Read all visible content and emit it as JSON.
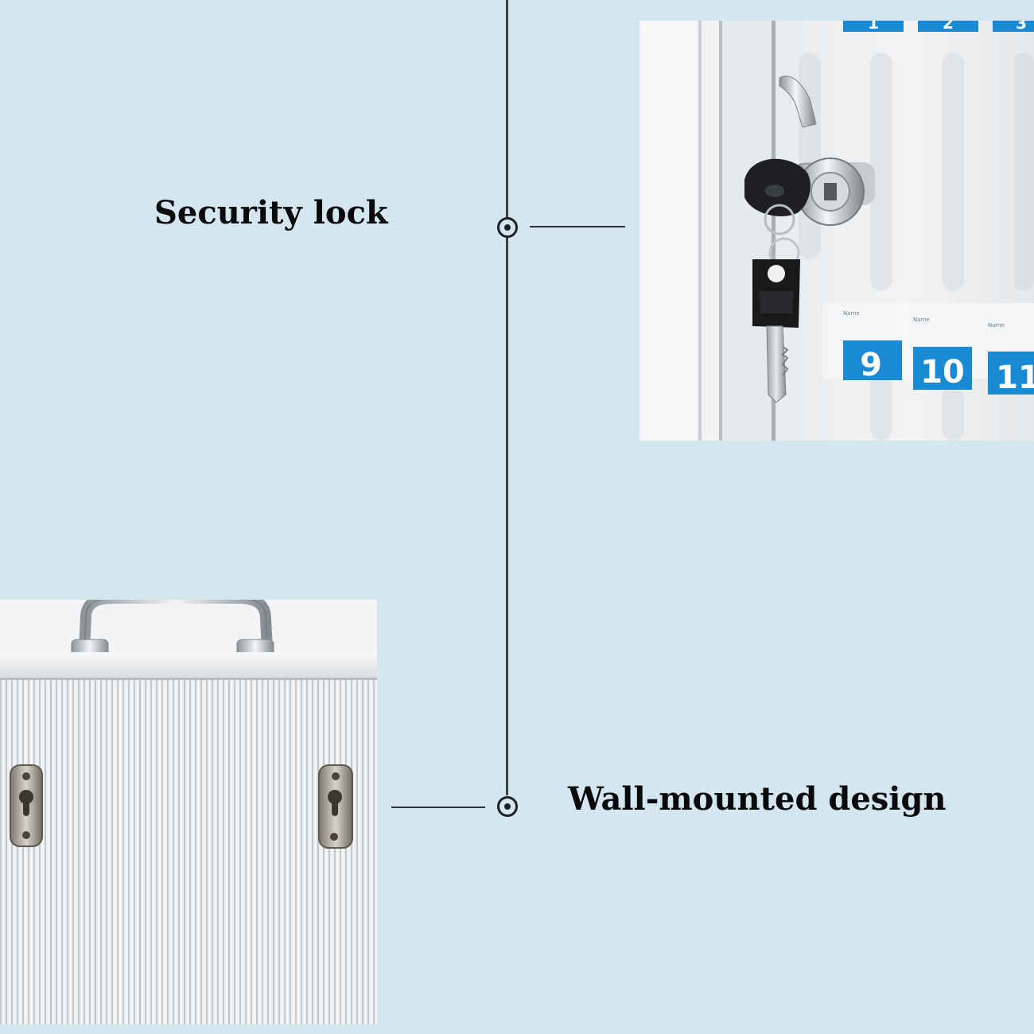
{
  "features": [
    {
      "caption": "Security lock"
    },
    {
      "caption": "Wall-mounted design"
    }
  ],
  "key_tags": {
    "top_row": [
      "1",
      "2",
      "3"
    ],
    "bottom_row": [
      "9",
      "10",
      "11"
    ],
    "label_text": "Name"
  },
  "colors": {
    "background": "#d4e7f1",
    "tag_blue": "#1a8ad4",
    "text": "#0a0a0a",
    "line": "#2e3236"
  },
  "icons": [
    "timeline-node-icon",
    "key-icon",
    "cam-lock-icon",
    "handle-icon",
    "keyhole-bracket-icon"
  ]
}
